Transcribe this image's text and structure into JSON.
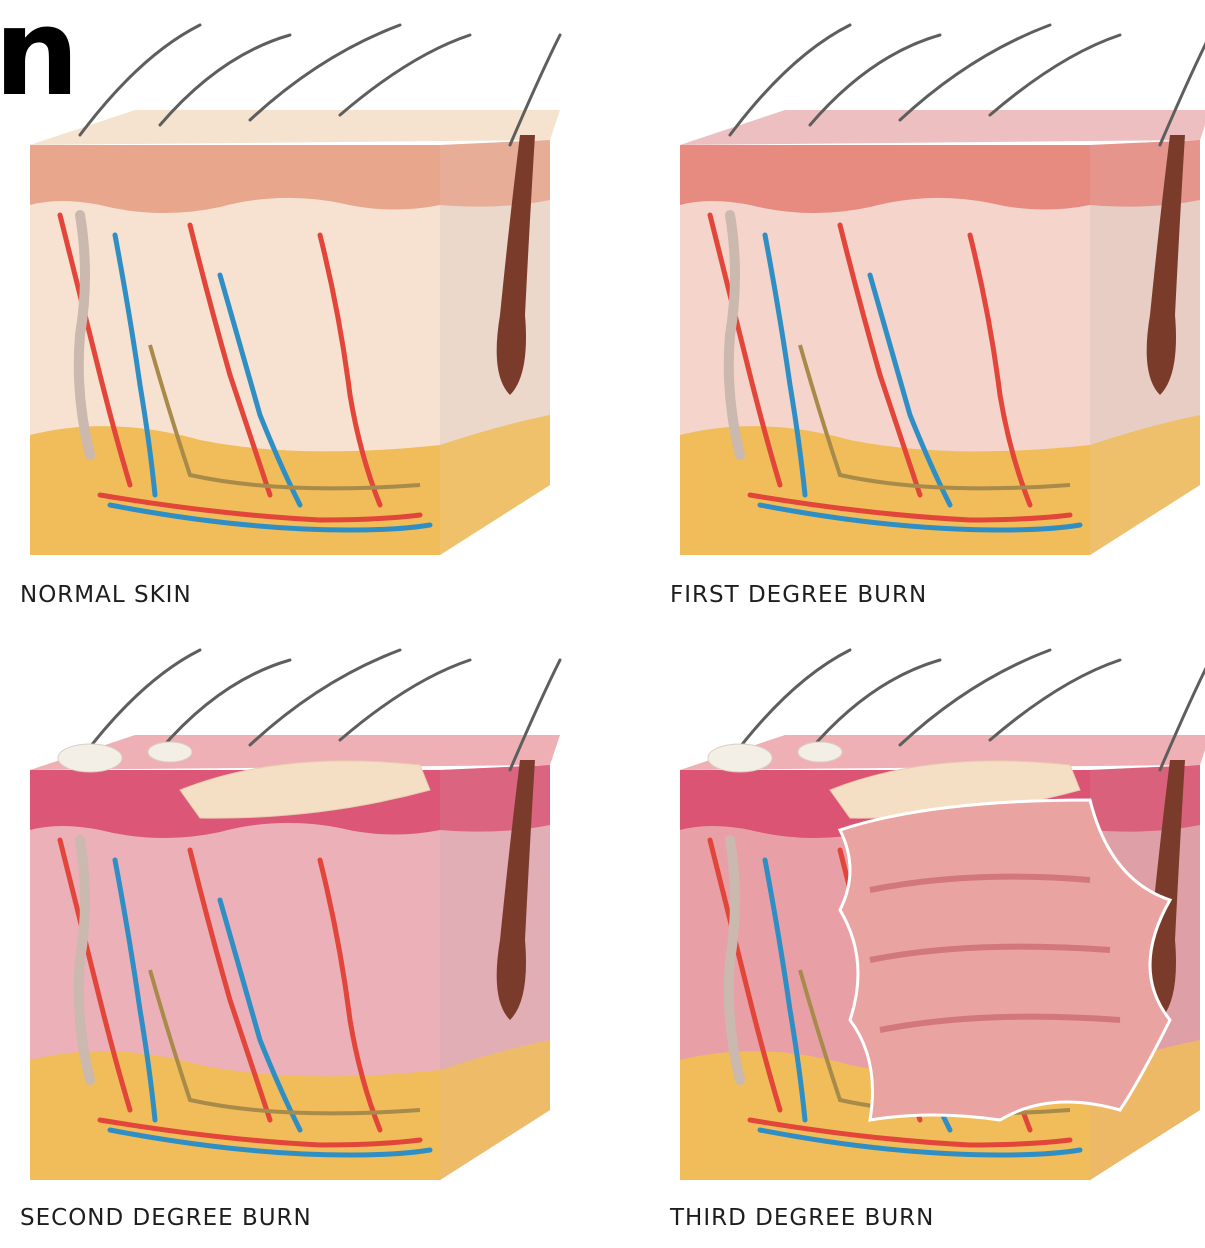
{
  "title_fragment": "n",
  "panels": [
    {
      "id": "normal",
      "label": "NORMAL SKIN",
      "surface": "#f5e3cf",
      "epidermis": "#e59b80",
      "dermis": "#f7e1d1",
      "fat": "#f0bd5a"
    },
    {
      "id": "first",
      "label": "FIRST DEGREE BURN",
      "surface": "#eebfc0",
      "epidermis": "#e47d73",
      "dermis": "#f4d4cb",
      "fat": "#f0bd5a"
    },
    {
      "id": "second",
      "label": "SECOND DEGREE BURN",
      "surface": "#eeb0b4",
      "epidermis": "#d9466b",
      "dermis": "#ecb0b9",
      "fat": "#f0bd5a"
    },
    {
      "id": "third",
      "label": "THIRD DEGREE BURN",
      "surface": "#eeb0b4",
      "epidermis": "#d9466b",
      "dermis": "#e8a0a6",
      "fat": "#f0bd5a"
    }
  ],
  "colors": {
    "artery": "#e2453a",
    "vein": "#2f8fc4",
    "nerve": "#a88a4a",
    "hair": "#5e5e5e",
    "follicle": "#7a3b2b",
    "blister": "#f4efe6",
    "eschar": "#e9a3a0"
  }
}
